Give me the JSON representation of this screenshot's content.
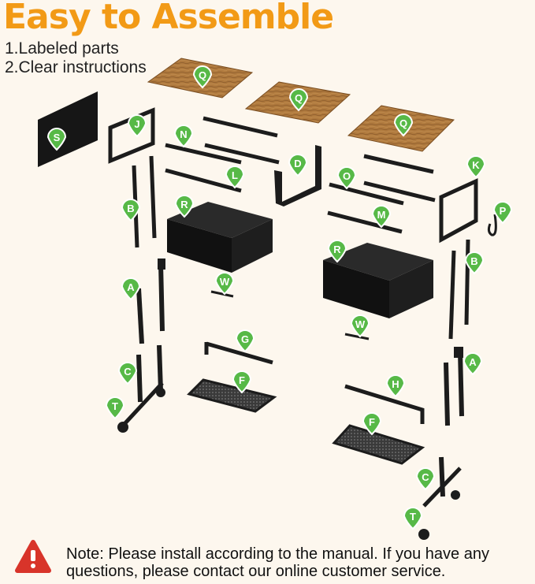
{
  "header": {
    "title": "Easy to Assemble",
    "features": [
      "1.Labeled parts",
      "2.Clear instructions"
    ]
  },
  "parts": {
    "markers": [
      {
        "label": "Q"
      },
      {
        "label": "Q"
      },
      {
        "label": "Q"
      },
      {
        "label": "S"
      },
      {
        "label": "J"
      },
      {
        "label": "N"
      },
      {
        "label": "D"
      },
      {
        "label": "K"
      },
      {
        "label": "O"
      },
      {
        "label": "L"
      },
      {
        "label": "B"
      },
      {
        "label": "R"
      },
      {
        "label": "M"
      },
      {
        "label": "P"
      },
      {
        "label": "R"
      },
      {
        "label": "B"
      },
      {
        "label": "A"
      },
      {
        "label": "W"
      },
      {
        "label": "W"
      },
      {
        "label": "G"
      },
      {
        "label": "C"
      },
      {
        "label": "F"
      },
      {
        "label": "A"
      },
      {
        "label": "H"
      },
      {
        "label": "T"
      },
      {
        "label": "F"
      },
      {
        "label": "C"
      },
      {
        "label": "T"
      }
    ]
  },
  "note": {
    "text": "Note: Please install according to the manual. If you have any questions, please contact our online customer service."
  },
  "colors": {
    "title": "#f29a16",
    "marker": "#57b947",
    "warning": "#d8342a",
    "wood": "#b07a3e",
    "metal": "#1c1c1c"
  },
  "icons": {
    "warning": "warning-triangle-icon",
    "marker": "map-pin-icon"
  }
}
